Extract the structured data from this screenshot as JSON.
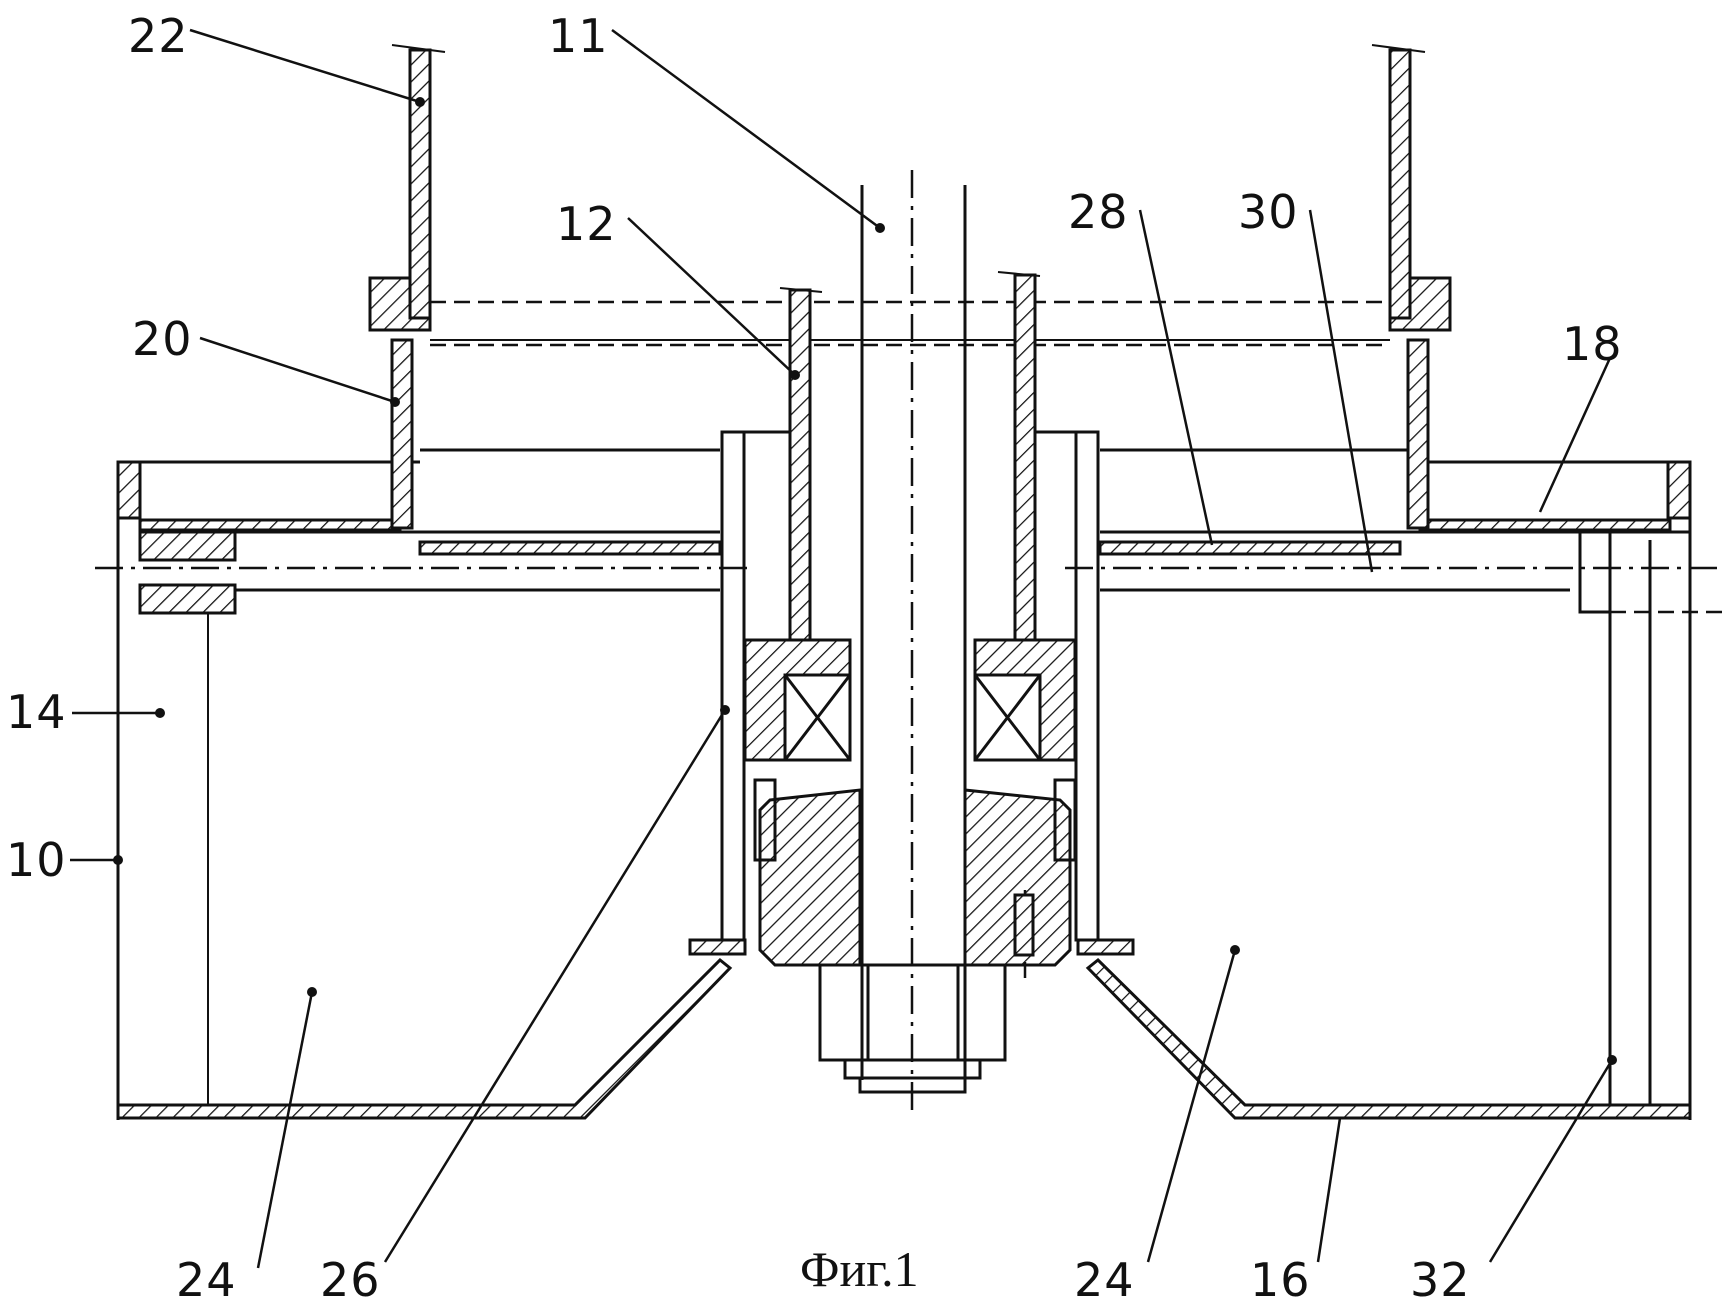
{
  "figure": {
    "caption": "Фиг.1",
    "labels": {
      "l10": "10",
      "l11": "11",
      "l12": "12",
      "l14": "14",
      "l16": "16",
      "l18": "18",
      "l20": "20",
      "l22": "22",
      "l24a": "24",
      "l24b": "24",
      "l26": "26",
      "l28": "28",
      "l30": "30",
      "l32": "32"
    }
  }
}
